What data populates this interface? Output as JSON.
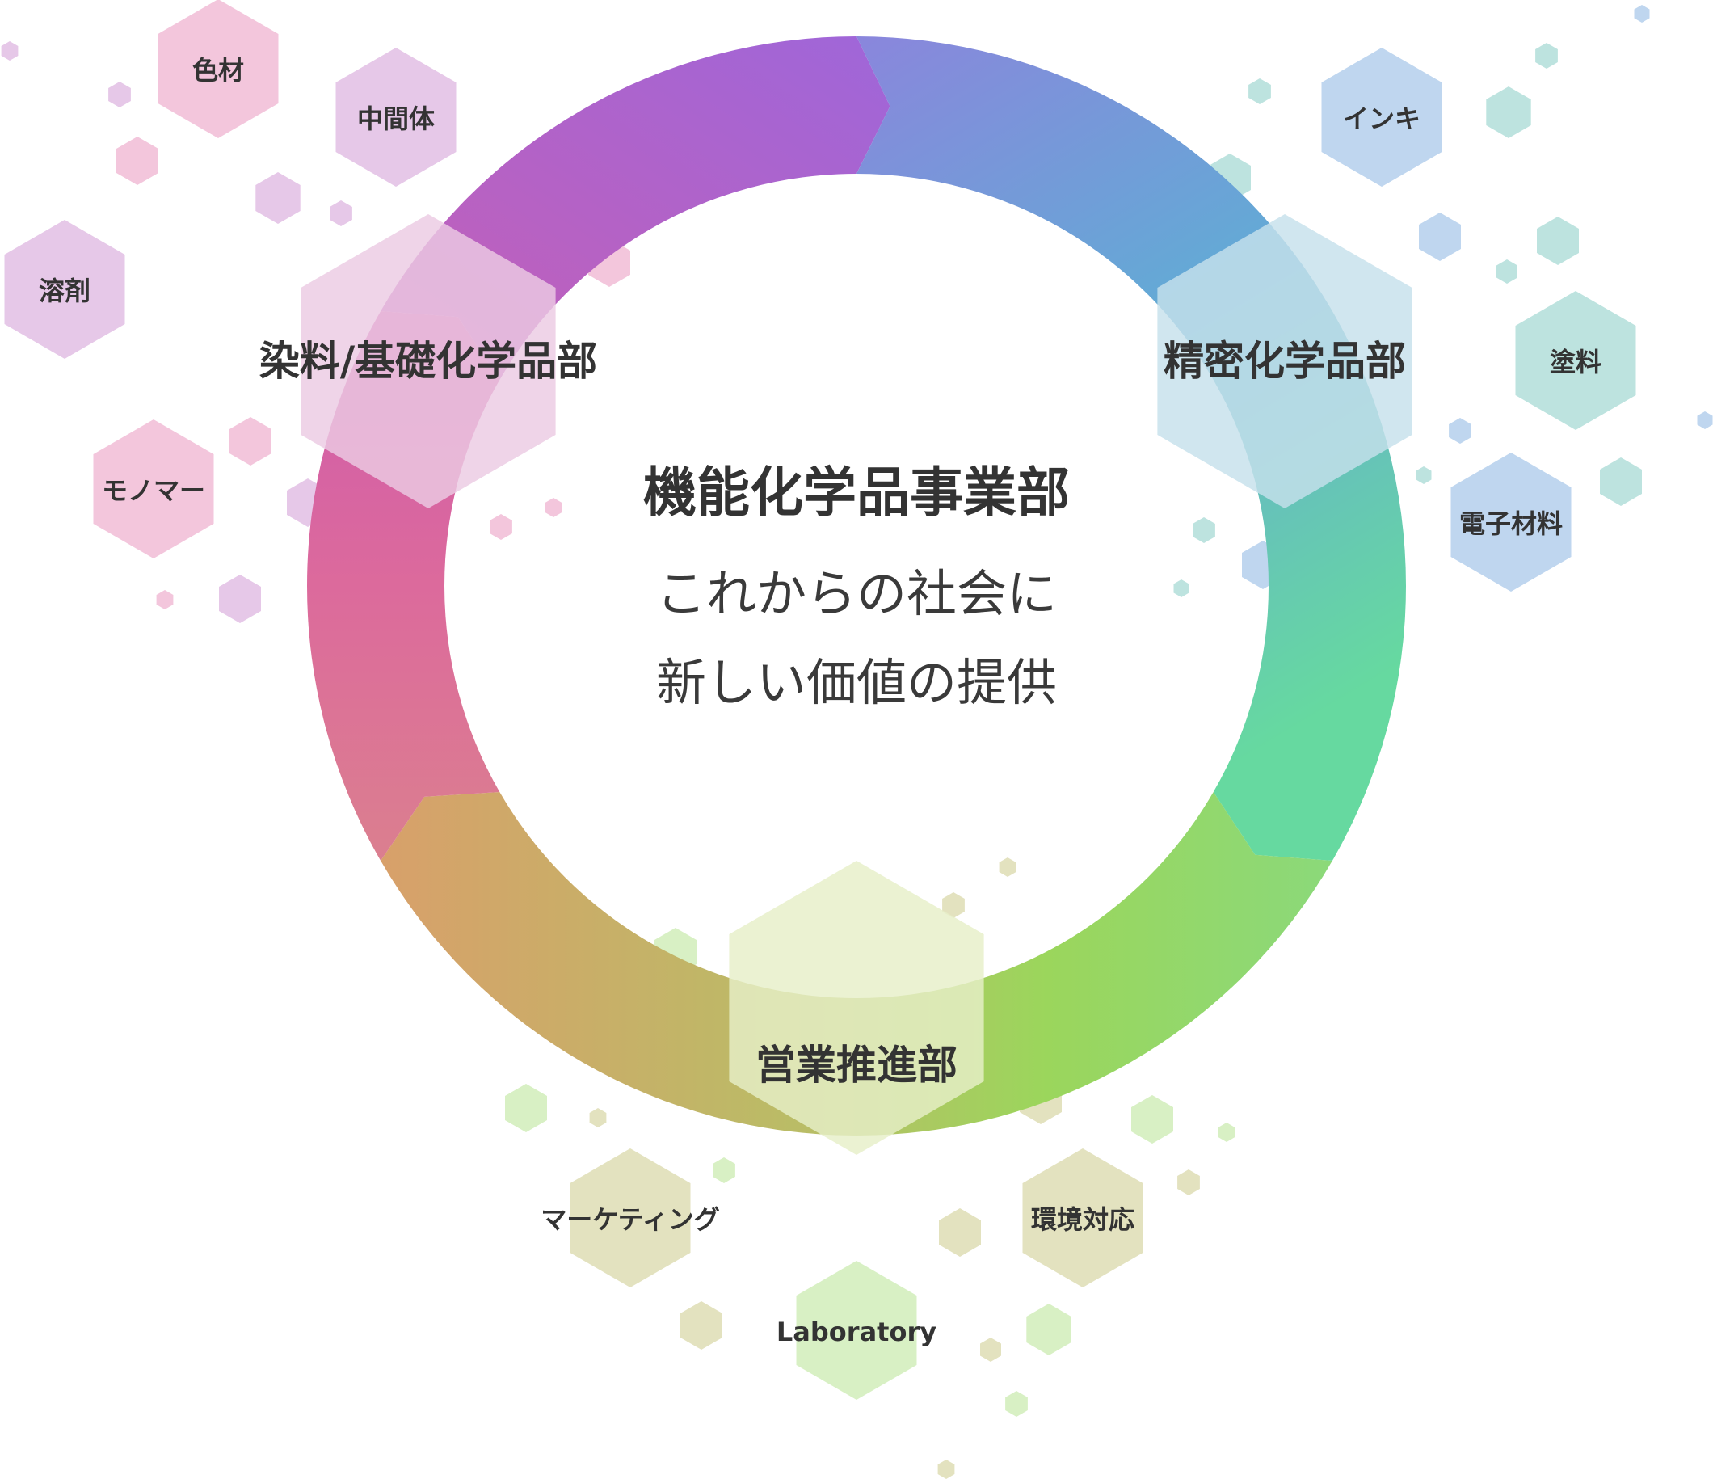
{
  "center": {
    "title": "機能化学品事業部",
    "subtitle_line1": "これからの社会に",
    "subtitle_line2": "新しい価値の提供"
  },
  "departments": [
    {
      "id": "dye",
      "label": "染料/基礎化学品部",
      "color": "#eccbe3"
    },
    {
      "id": "fine",
      "label": "精密化学品部",
      "color": "#c6e1ec"
    },
    {
      "id": "sales",
      "label": "営業推進部",
      "color": "#e6efc8"
    }
  ],
  "products": {
    "dye": [
      "色材",
      "中間体",
      "溶剤",
      "モノマー"
    ],
    "fine": [
      "インキ",
      "塗料",
      "電子材料"
    ],
    "sales": [
      "マーケティング",
      "環境対応",
      "Laboratory"
    ]
  },
  "palette": {
    "ring_purple": "#9f66d6",
    "ring_blue": "#6a9fdc",
    "ring_teal": "#5dbfb0",
    "ring_mint": "#67d9a2",
    "ring_green": "#8fd66a",
    "ring_olive": "#c5b86c",
    "ring_orange": "#d6a068",
    "ring_pink": "#dc6aa0",
    "text": "#333333"
  }
}
